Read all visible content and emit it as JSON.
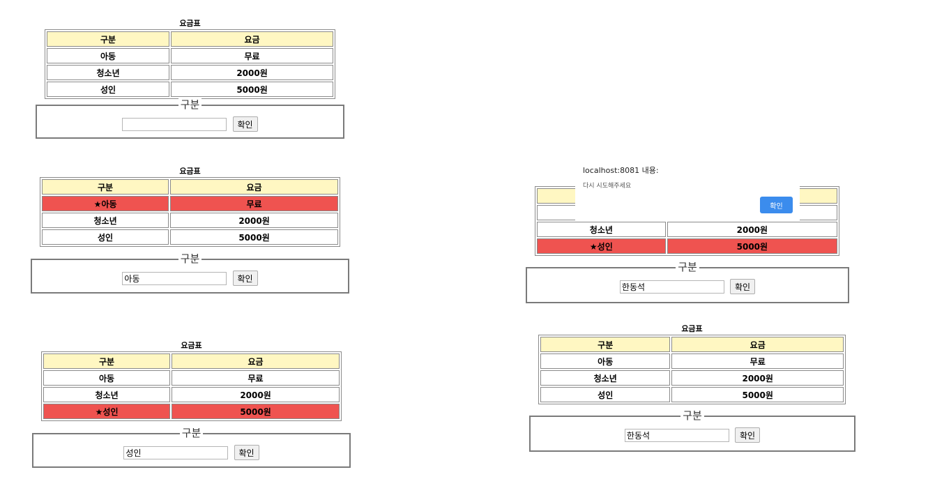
{
  "panels": [
    {
      "caption": "요금표",
      "headers": [
        "구분",
        "요금"
      ],
      "rows": [
        {
          "category": "아동",
          "fee": "무료",
          "highlight": false
        },
        {
          "category": "청소년",
          "fee": "2000원",
          "highlight": false
        },
        {
          "category": "성인",
          "fee": "5000원",
          "highlight": false
        }
      ],
      "legend": "구분",
      "input_value": "",
      "button_label": "확인"
    },
    {
      "caption": "요금표",
      "headers": [
        "구분",
        "요금"
      ],
      "rows": [
        {
          "category": "★아동",
          "fee": "무료",
          "highlight": true
        },
        {
          "category": "청소년",
          "fee": "2000원",
          "highlight": false
        },
        {
          "category": "성인",
          "fee": "5000원",
          "highlight": false
        }
      ],
      "legend": "구분",
      "input_value": "아동",
      "button_label": "확인"
    },
    {
      "caption": "요금표",
      "headers": [
        "구분",
        "요금"
      ],
      "rows": [
        {
          "category": "아동",
          "fee": "무료",
          "highlight": false
        },
        {
          "category": "청소년",
          "fee": "2000원",
          "highlight": false
        },
        {
          "category": "★성인",
          "fee": "5000원",
          "highlight": true
        }
      ],
      "legend": "구분",
      "input_value": "성인",
      "button_label": "확인"
    },
    {
      "caption": "",
      "headers": [
        "",
        ""
      ],
      "rows": [
        {
          "category": "",
          "fee": "",
          "highlight": false
        },
        {
          "category": "청소년",
          "fee": "2000원",
          "highlight": false
        },
        {
          "category": "★성인",
          "fee": "5000원",
          "highlight": true
        }
      ],
      "legend": "구분",
      "input_value": "한동석",
      "button_label": "확인"
    },
    {
      "caption": "요금표",
      "headers": [
        "구분",
        "요금"
      ],
      "rows": [
        {
          "category": "아동",
          "fee": "무료",
          "highlight": false
        },
        {
          "category": "청소년",
          "fee": "2000원",
          "highlight": false
        },
        {
          "category": "성인",
          "fee": "5000원",
          "highlight": false
        }
      ],
      "legend": "구분",
      "input_value": "한동석",
      "button_label": "확인"
    }
  ],
  "dialog": {
    "title": "localhost:8081 내용:",
    "message": "다시 시도해주세요",
    "ok_label": "확인"
  },
  "colors": {
    "header_bg": "#fff7c2",
    "highlight_bg": "#ef5350",
    "dialog_button": "#3b8ced"
  }
}
